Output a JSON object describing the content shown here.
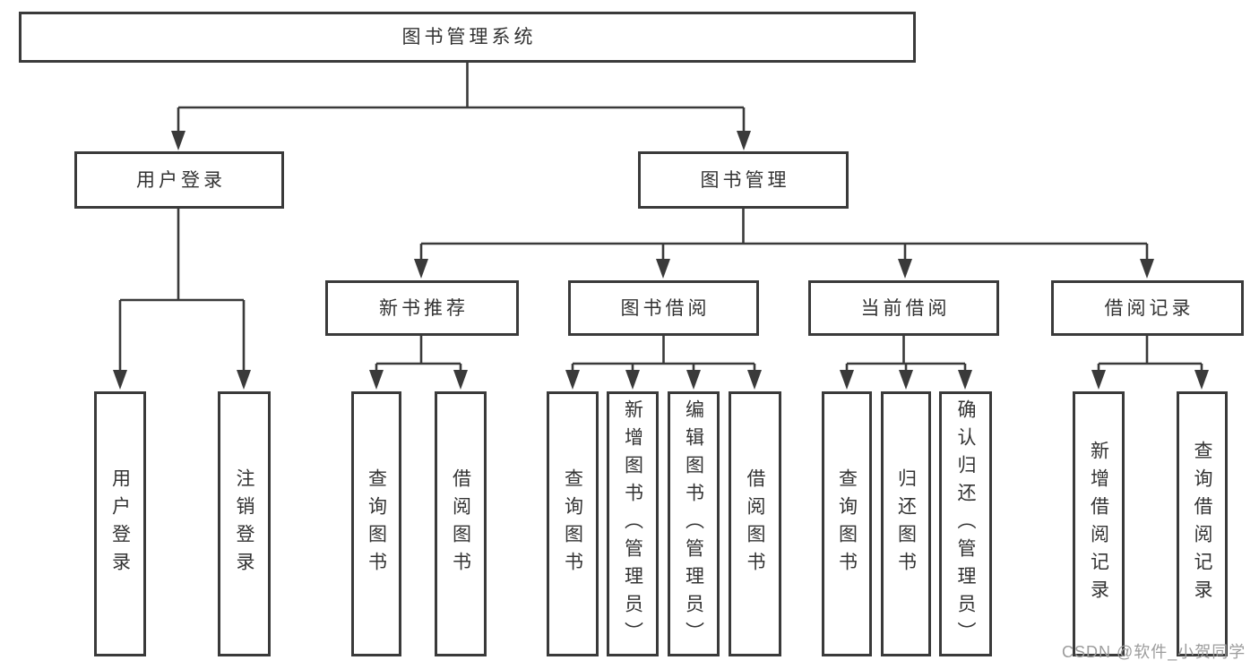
{
  "diagram": {
    "root": "图书管理系统",
    "branches": [
      {
        "label": "用户登录",
        "children": [
          "用户登录",
          "注销登录"
        ]
      },
      {
        "label": "图书管理",
        "children": [
          {
            "label": "新书推荐",
            "children": [
              "查询图书",
              "借阅图书"
            ]
          },
          {
            "label": "图书借阅",
            "children": [
              "查询图书",
              "新增图书（管理员）",
              "编辑图书（管理员）",
              "借阅图书"
            ]
          },
          {
            "label": "当前借阅",
            "children": [
              "查询图书",
              "归还图书",
              "确认归还（管理员）"
            ]
          },
          {
            "label": "借阅记录",
            "children": [
              "新增借阅记录",
              "查询借阅记录"
            ]
          }
        ]
      }
    ]
  },
  "watermark": "CSDN @软件_小贺同学",
  "colors": {
    "line": "#3a3a3a",
    "text": "#333333",
    "watermark": "#9c9c9c",
    "background": "#ffffff"
  }
}
